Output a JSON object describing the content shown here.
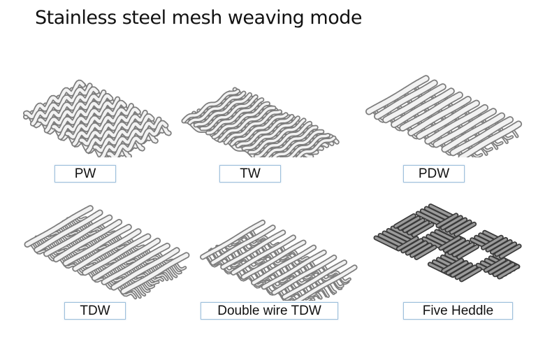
{
  "title": "Stainless steel mesh weaving mode",
  "weaves": [
    {
      "code": "PW",
      "icon": "plain-weave-mesh-icon"
    },
    {
      "code": "TW",
      "icon": "twill-weave-mesh-icon"
    },
    {
      "code": "PDW",
      "icon": "plain-dutch-weave-mesh-icon"
    },
    {
      "code": "TDW",
      "icon": "twill-dutch-weave-mesh-icon"
    },
    {
      "code": "Double wire TDW",
      "icon": "double-wire-twill-dutch-weave-mesh-icon"
    },
    {
      "code": "Five Heddle",
      "icon": "five-heddle-weave-mesh-icon"
    }
  ],
  "colors": {
    "label_border": "#9dc0dc",
    "wire_light": "#f2f2f2",
    "wire_shadow": "#7d7d7d",
    "wire_dark": "#3a3a3a"
  }
}
